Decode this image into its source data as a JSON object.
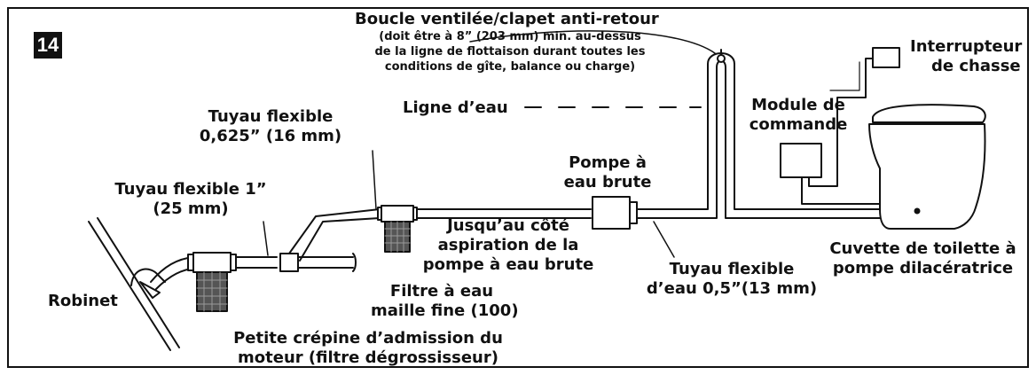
{
  "figure": {
    "number": "14"
  },
  "labels": {
    "loop_title": "Boucle ventilée/clapet anti-retour",
    "loop_note_1": "(doit être à 8” (203 mm) min. au-dessus",
    "loop_note_2": "de la ligne de flottaison durant toutes les",
    "loop_note_3": "conditions de gîte, balance ou charge)",
    "switch_1": "Interrupteur",
    "switch_2": "de chasse",
    "waterline": "Ligne d’eau",
    "control_1": "Module de",
    "control_2": "commande",
    "hose_625_1": "Tuyau flexible",
    "hose_625_2": "0,625” (16 mm)",
    "pump_1": "Pompe à",
    "pump_2": "eau brute",
    "hose_1in_1": "Tuyau flexible 1”",
    "hose_1in_2": "(25 mm)",
    "suction_1": "Jusqu’au côté",
    "suction_2": "aspiration de la",
    "suction_3": "pompe à eau brute",
    "bowl_1": "Cuvette de toilette à",
    "bowl_2": "pompe dilacératrice",
    "valve": "Robinet",
    "hose_05_1": "Tuyau flexible",
    "hose_05_2": "d’eau 0,5”(13 mm)",
    "fine_filter_1": "Filtre à eau",
    "fine_filter_2": "maille fine (100)",
    "strainer_1": "Petite crépine d’admission du",
    "strainer_2": "moteur (filtre dégrossisseur)"
  }
}
